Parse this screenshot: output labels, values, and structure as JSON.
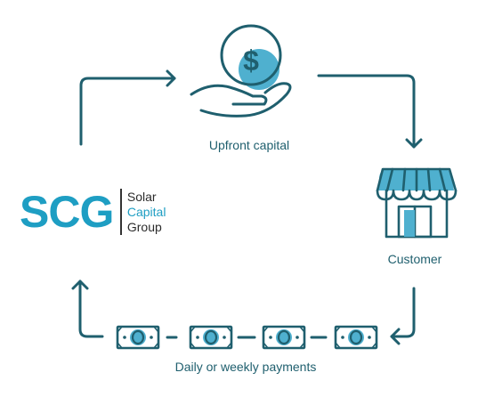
{
  "colors": {
    "line": "#1f5f6e",
    "accent": "#4fb0cf",
    "brand": "#1e9ec3"
  },
  "icons": [
    "money-hand-icon",
    "storefront-icon",
    "banknote-icon"
  ],
  "nodes": {
    "capital": {
      "label": "Upfront capital"
    },
    "customer": {
      "label": "Customer"
    },
    "payments": {
      "label": "Daily or weekly payments"
    }
  },
  "logo": {
    "mark": "SCG",
    "line1": "Solar",
    "line2": "Capital",
    "line3": "Group"
  }
}
